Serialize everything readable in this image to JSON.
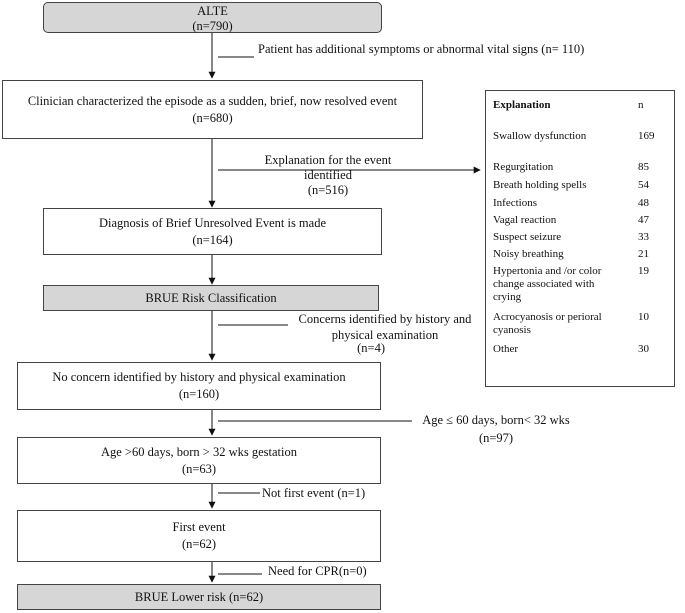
{
  "boxes": {
    "alte": {
      "title": "ALTE",
      "count": "(n=790)"
    },
    "clinician": {
      "title": "Clinician  characterized  the  episode  as  a  sudden,  brief,  now resolved  event",
      "count": "(n=680)"
    },
    "diagnosis": {
      "title": "Diagnosis of Brief Unresolved  Event is made",
      "count": "(n=164)"
    },
    "risk": {
      "title": "BRUE  Risk  Classification"
    },
    "no_concern": {
      "title": "No concern  identified  by history  and  physical examination",
      "count": "(n=160)"
    },
    "age": {
      "title": "Age >60 days,  born > 32  wks gestation",
      "count": "(n=63)"
    },
    "first": {
      "title": "First event",
      "count": "(n=62)"
    },
    "lower": {
      "title": "BRUE  Lower risk  (n=62)"
    }
  },
  "exclusions": {
    "additional": "Patient has additional  symptoms  or abnormal vital signs  (n= 110)",
    "explanation_line1": "Explanation  for the event",
    "explanation_line2": "identified",
    "explanation_count": "(n=516)",
    "concerns_line1": "Concerns identified by history  and",
    "concerns_line2": "physical examination",
    "concerns_count": "(n=4)",
    "age_line1": "Age ≤ 60 days,  born< 32 wks",
    "age_count": "(n=97)",
    "not_first": "Not first  event  (n=1)",
    "cpr": "Need for CPR(n=0)"
  },
  "explanation_table": {
    "header_label": "Explanation",
    "header_value": "n",
    "rows": [
      {
        "label": "Swallow dysfunction",
        "value": "169"
      },
      {
        "label": "Regurgitation",
        "value": "85"
      },
      {
        "label": "Breath holding spells",
        "value": "54"
      },
      {
        "label": "Infections",
        "value": "48"
      },
      {
        "label": "Vagal reaction",
        "value": "47"
      },
      {
        "label": "Suspect seizure",
        "value": "33"
      },
      {
        "label": "Noisy breathing",
        "value": "21"
      },
      {
        "label": "Hypertonia and /or color change associated with crying",
        "value": "19"
      },
      {
        "label": "Acrocyanosis or perioral cyanosis",
        "value": "10"
      },
      {
        "label": "Other",
        "value": "30"
      }
    ]
  }
}
